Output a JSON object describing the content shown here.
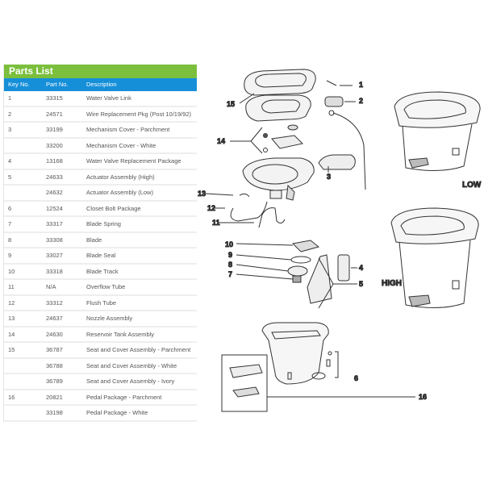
{
  "parts_list": {
    "title": "Parts List",
    "headers": {
      "key": "Key No.",
      "part": "Part No.",
      "description": "Description"
    },
    "rows": [
      {
        "key": "1",
        "part": "33315",
        "description": "Water Valve Link"
      },
      {
        "key": "2",
        "part": "24571",
        "description": "Wire Replacement Pkg (Post 10/19/92)"
      },
      {
        "key": "3",
        "part": "33199",
        "description": "Mechanism Cover - Parchment"
      },
      {
        "key": "",
        "part": "33200",
        "description": "Mechanism Cover - White"
      },
      {
        "key": "4",
        "part": "13168",
        "description": "Water Valve Replacement Package"
      },
      {
        "key": "5",
        "part": "24633",
        "description": "Actuator Assembly (High)"
      },
      {
        "key": "",
        "part": "24632",
        "description": "Actuator Assembly (Low)"
      },
      {
        "key": "6",
        "part": "12524",
        "description": "Closet Bolt Package"
      },
      {
        "key": "7",
        "part": "33317",
        "description": "Blade Spring"
      },
      {
        "key": "8",
        "part": "33308",
        "description": "Blade"
      },
      {
        "key": "9",
        "part": "33027",
        "description": "Blade Seal"
      },
      {
        "key": "10",
        "part": "33318",
        "description": "Blade Track"
      },
      {
        "key": "11",
        "part": "N/A",
        "description": "Overflow Tube"
      },
      {
        "key": "12",
        "part": "33312",
        "description": "Flush Tube"
      },
      {
        "key": "13",
        "part": "24637",
        "description": "Nozzle Assembly"
      },
      {
        "key": "14",
        "part": "24630",
        "description": "Reservoir Tank Assembly"
      },
      {
        "key": "15",
        "part": "36787",
        "description": "Seat and Cover Assembly - Parchment"
      },
      {
        "key": "",
        "part": "36788",
        "description": "Seat and Cover Assembly - White"
      },
      {
        "key": "",
        "part": "36789",
        "description": "Seat and Cover Assembly - Ivory"
      },
      {
        "key": "16",
        "part": "20821",
        "description": "Pedal Package - Parchment"
      },
      {
        "key": "",
        "part": "33198",
        "description": "Pedal Package - White"
      }
    ]
  },
  "diagram": {
    "callouts": [
      "1",
      "2",
      "3",
      "4",
      "5",
      "6",
      "7",
      "8",
      "9",
      "10",
      "11",
      "12",
      "13",
      "14",
      "15",
      "16"
    ],
    "variants": {
      "low": "LOW",
      "high": "HIGH"
    }
  },
  "colors": {
    "title_bg": "#7bbf3d",
    "header_bg": "#168fd9"
  }
}
